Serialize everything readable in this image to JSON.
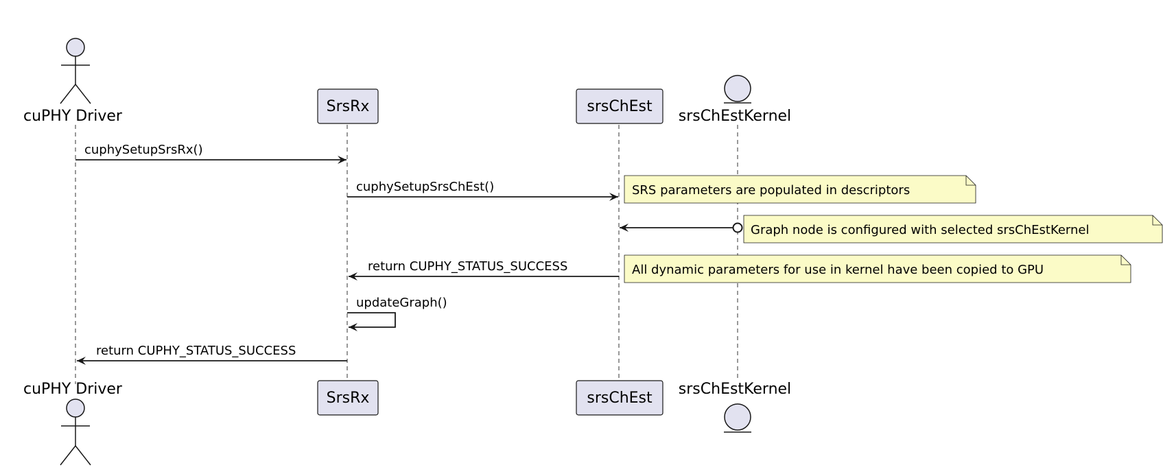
{
  "participants": {
    "driver": {
      "name": "cuPHY Driver",
      "kind": "actor"
    },
    "srsrx": {
      "name": "SrsRx",
      "kind": "participant"
    },
    "srschest": {
      "name": "srsChEst",
      "kind": "participant"
    },
    "kernel": {
      "name": "srsChEstKernel",
      "kind": "entity"
    }
  },
  "messages": {
    "m1": {
      "label": "cuphySetupSrsRx()",
      "from": "cuPHY Driver",
      "to": "SrsRx"
    },
    "m2": {
      "label": "cuphySetupSrsChEst()",
      "from": "SrsRx",
      "to": "srsChEst"
    },
    "m3": {
      "label": "",
      "from": "srsChEstKernel",
      "to": "srsChEst"
    },
    "m4": {
      "label": "return CUPHY_STATUS_SUCCESS",
      "from": "srsChEst",
      "to": "SrsRx"
    },
    "m5": {
      "label": "updateGraph()",
      "from": "SrsRx",
      "to": "SrsRx"
    },
    "m6": {
      "label": "return CUPHY_STATUS_SUCCESS",
      "from": "SrsRx",
      "to": "cuPHY Driver"
    }
  },
  "notes": {
    "n1": "SRS parameters are populated in descriptors",
    "n2": "Graph node is configured with selected srsChEstKernel",
    "n3": "All dynamic parameters for use in kernel have been copied to GPU"
  },
  "colors": {
    "participant_fill": "#e2e2f0",
    "note_fill": "#fbfbc7",
    "line": "#181818"
  }
}
